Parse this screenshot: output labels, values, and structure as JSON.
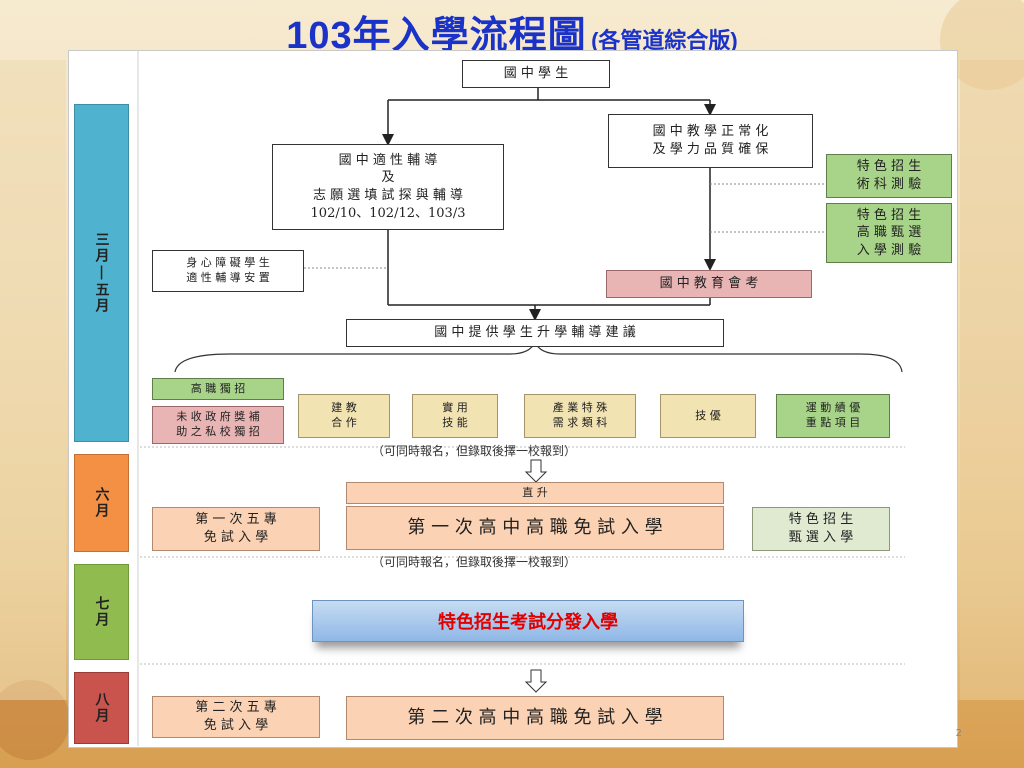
{
  "title": {
    "main": "103年入學流程圖",
    "sub": "(各管道綜合版)"
  },
  "months": {
    "mar_may": "三月|五月",
    "jun": "六月",
    "jul": "七月",
    "aug": "八月"
  },
  "boxes": {
    "student": "國 中 學 生",
    "normalize": "國 中 教 學 正 常 化\n及 學 力 品 質 確 保",
    "guidance": "國 中 適 性 輔 導\n及\n志 願 選 填 試 探 與 輔 導\n102/10、102/12、103/3",
    "disabled": "身 心 障 礙 學 生\n適 性 輔 導 安 置",
    "art_test": "特 色 招 生\n術 科 測 驗",
    "vocational_test": "特 色 招 生\n高 職 甄 選\n入 學 測 驗",
    "exam": "國 中 教 育 會 考",
    "advice": "國 中 提 供 學 生 升 學 輔 導 建 議",
    "vocational_only": "高 職 獨 招",
    "private_only": "未 收 政 府 獎 補\n助 之 私 校 獨 招",
    "coop": "建 教\n合 作",
    "practical": "實 用\n技 能",
    "industry": "產 業 特 殊\n需 求 類 科",
    "skill": "技 優",
    "sports": "運 動 績 優\n重 點 項 目",
    "direct": "直 升",
    "first_five": "第 一 次 五 專\n免 試 入 學",
    "first_free": "第 一 次 高 中 高 職 免 試 入 學",
    "special_select": "特 色 招 生\n甄 選 入 學",
    "special_exam": "特色招生考試分發入學",
    "second_five": "第 二 次 五 專\n免 試 入 學",
    "second_free": "第 二 次 高 中 高 職 免 試 入 學"
  },
  "notes": {
    "note1": "（可同時報名，但錄取後擇一校報到）",
    "note2": "（可同時報名，但錄取後擇一校報到）"
  },
  "page_number": "2",
  "colors": {
    "title": "#1a32c8",
    "month_teal": "#4fb3cf",
    "month_orange": "#f49043",
    "month_green": "#8fbb4f",
    "month_red": "#c9544e"
  }
}
